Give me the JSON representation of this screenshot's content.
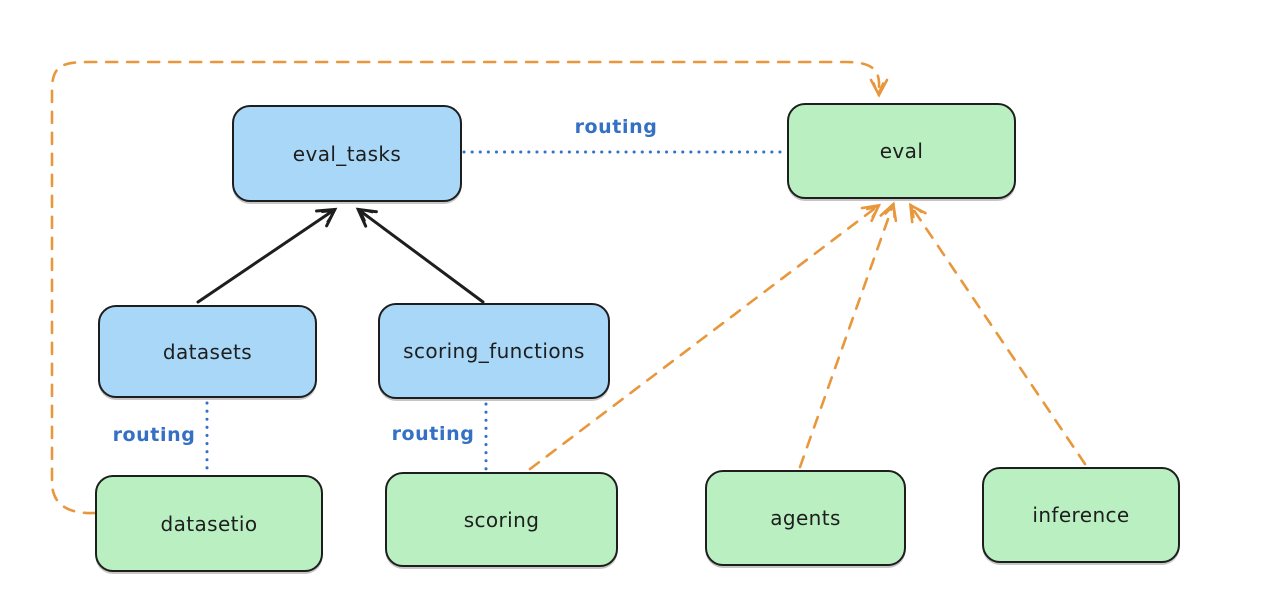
{
  "diagram": {
    "description": "Architecture diagram showing routing between registered resources and API providers",
    "background": "#ffffff",
    "colors": {
      "resource_node_fill": "#a8d7f7",
      "api_node_fill": "#b9efc1",
      "node_stroke": "#1e1e1e",
      "solid_arrow": "#1e1e1e",
      "routing_blue": "#3470c4",
      "dependency_orange": "#e8973c"
    },
    "nodes": {
      "eval_tasks": {
        "label": "eval_tasks",
        "kind": "resource",
        "fill": "#a8d7f7"
      },
      "eval": {
        "label": "eval",
        "kind": "api",
        "fill": "#b9efc1"
      },
      "datasets": {
        "label": "datasets",
        "kind": "resource",
        "fill": "#a8d7f7"
      },
      "scoring_functions": {
        "label": "scoring_functions",
        "kind": "resource",
        "fill": "#a8d7f7"
      },
      "datasetio": {
        "label": "datasetio",
        "kind": "api",
        "fill": "#b9efc1"
      },
      "scoring": {
        "label": "scoring",
        "kind": "api",
        "fill": "#b9efc1"
      },
      "agents": {
        "label": "agents",
        "kind": "api",
        "fill": "#b9efc1"
      },
      "inference": {
        "label": "inference",
        "kind": "api",
        "fill": "#b9efc1"
      }
    },
    "edges": {
      "datasets_to_eval_tasks": {
        "from": "datasets",
        "to": "eval_tasks",
        "style": "solid_black_arrow"
      },
      "scoring_functions_to_eval_tasks": {
        "from": "scoring_functions",
        "to": "eval_tasks",
        "style": "solid_black_arrow"
      },
      "eval_tasks_to_eval": {
        "from": "eval_tasks",
        "to": "eval",
        "style": "dotted_blue",
        "label": "routing"
      },
      "datasets_to_datasetio": {
        "from": "datasets",
        "to": "datasetio",
        "style": "dotted_blue",
        "label": "routing"
      },
      "scoring_functions_to_scoring": {
        "from": "scoring_functions",
        "to": "scoring",
        "style": "dotted_blue",
        "label": "routing"
      },
      "datasetio_to_eval": {
        "from": "datasetio",
        "to": "eval",
        "style": "dashed_orange_arrow"
      },
      "scoring_to_eval": {
        "from": "scoring",
        "to": "eval",
        "style": "dashed_orange_arrow"
      },
      "agents_to_eval": {
        "from": "agents",
        "to": "eval",
        "style": "dashed_orange_arrow"
      },
      "inference_to_eval": {
        "from": "inference",
        "to": "eval",
        "style": "dashed_orange_arrow"
      }
    }
  }
}
